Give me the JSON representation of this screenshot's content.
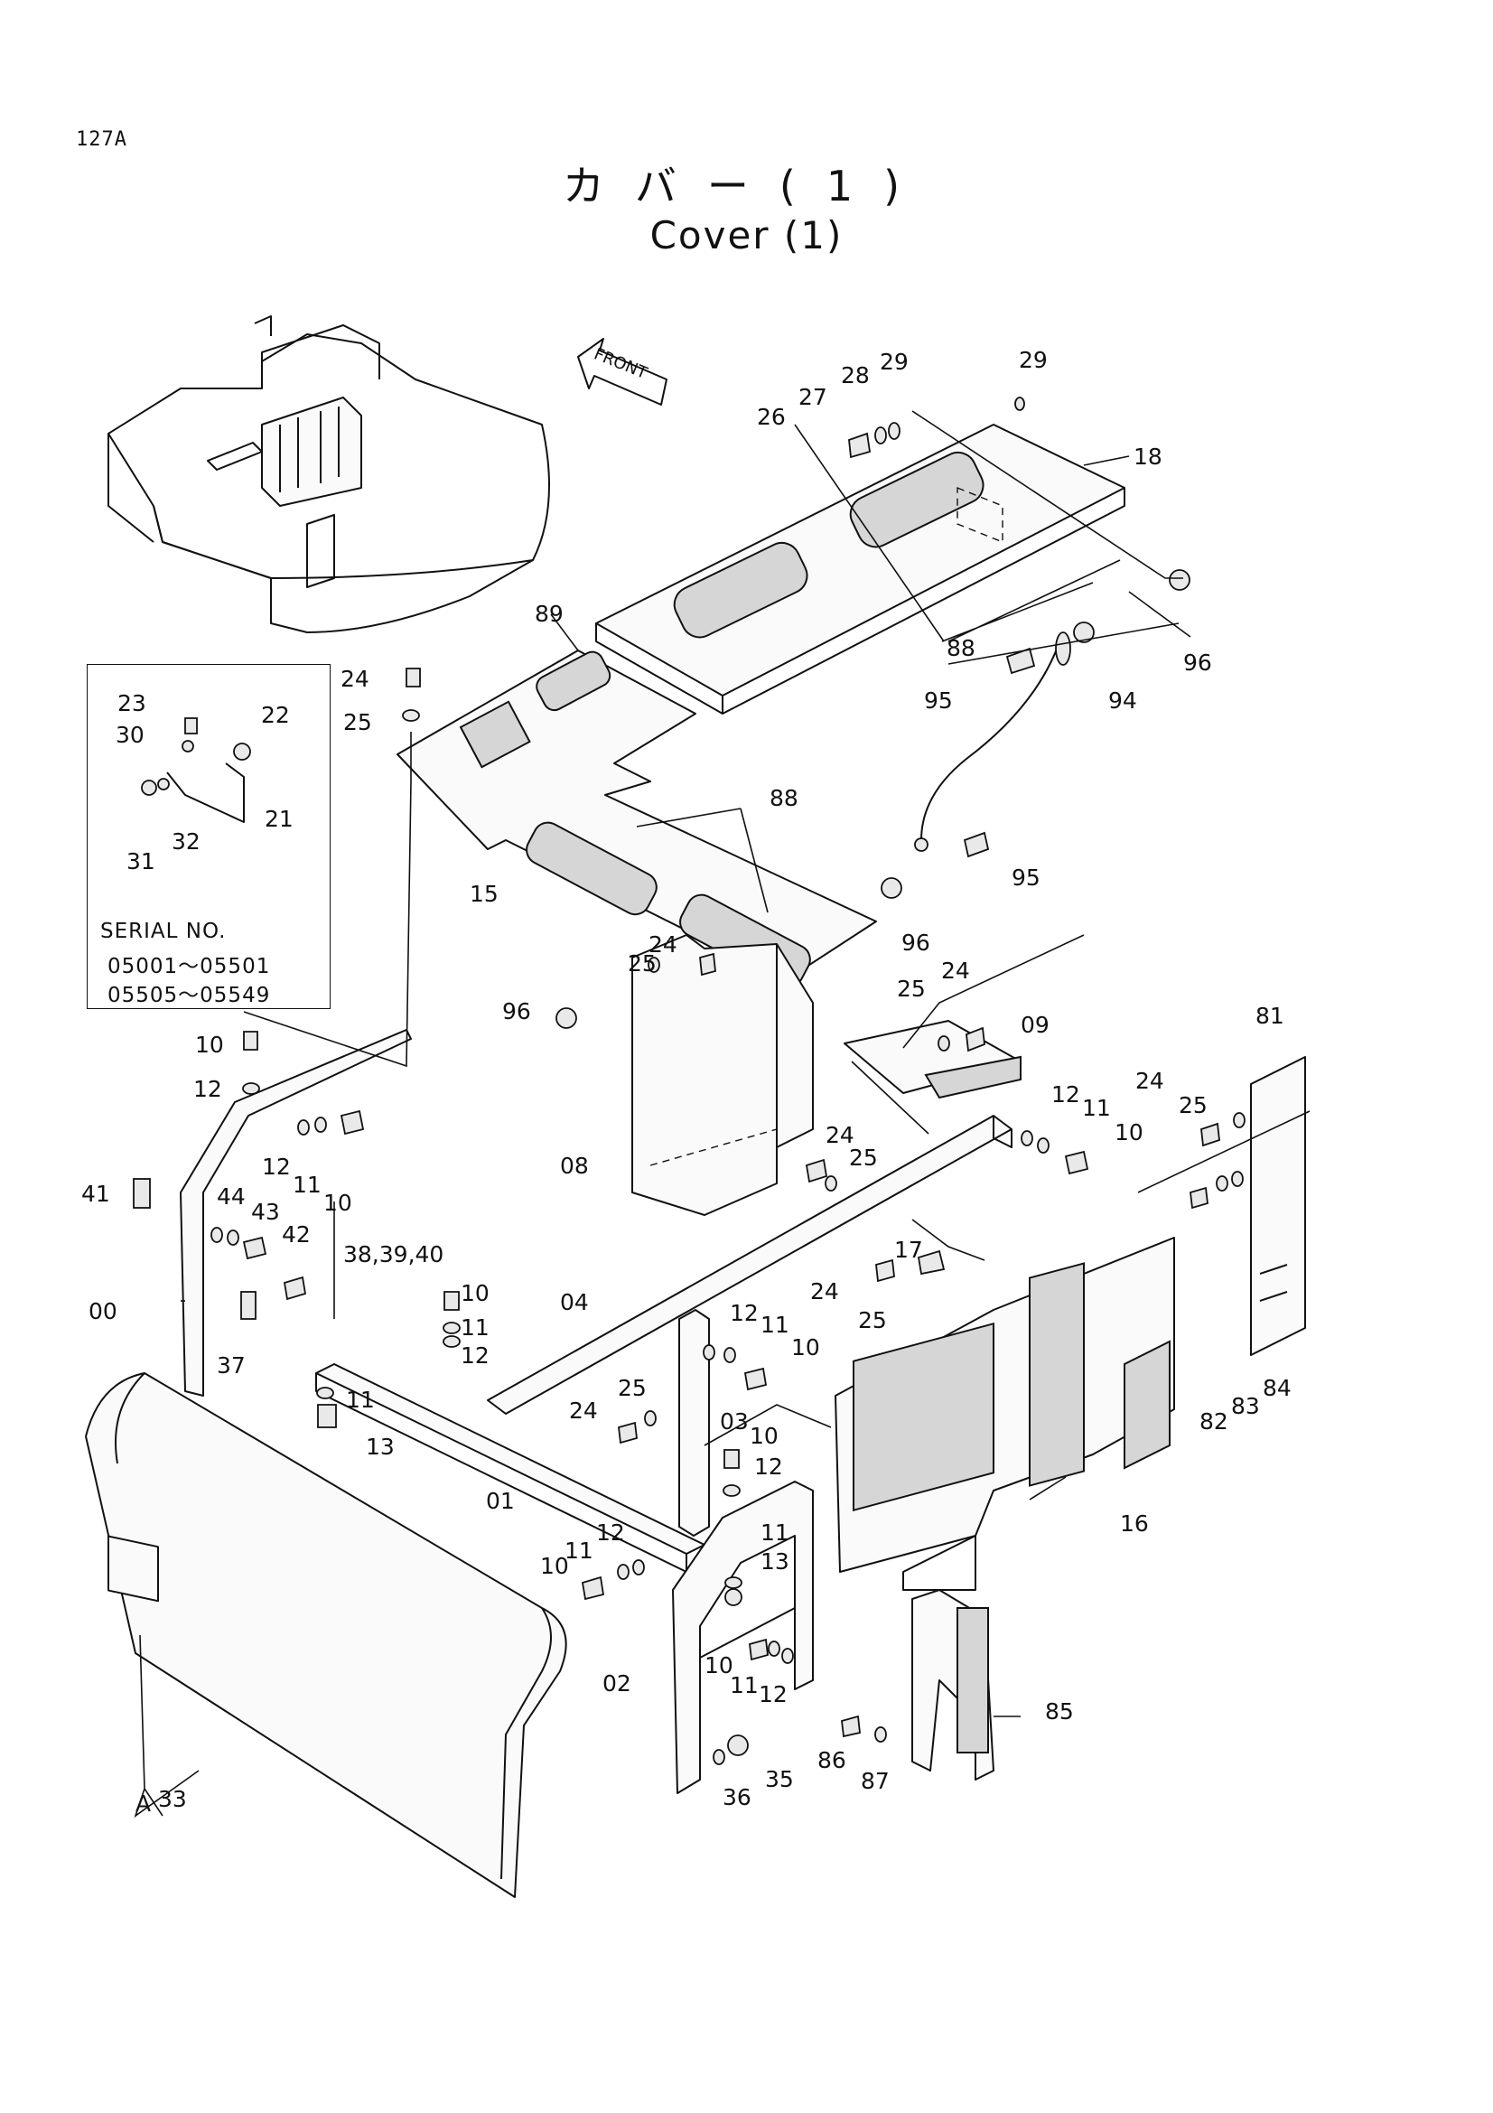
{
  "header": {
    "page_code": "127A",
    "title_jp": "カバー(1)",
    "title_en": "Cover (1)"
  },
  "front_arrow": {
    "label": "FRONT"
  },
  "serial_box": {
    "label": "SERIAL  NO.",
    "ranges": [
      "05001～05501",
      "05505～05549"
    ]
  },
  "callouts": [
    {
      "id": "c1",
      "text": "26"
    },
    {
      "id": "c2",
      "text": "27"
    },
    {
      "id": "c3",
      "text": "28"
    },
    {
      "id": "c4",
      "text": "29"
    },
    {
      "id": "c5",
      "text": "29"
    },
    {
      "id": "c6",
      "text": "18"
    },
    {
      "id": "c7",
      "text": "88"
    },
    {
      "id": "c8",
      "text": "96"
    },
    {
      "id": "c9",
      "text": "95"
    },
    {
      "id": "c10",
      "text": "94"
    },
    {
      "id": "c11",
      "text": "89"
    },
    {
      "id": "c12",
      "text": "24"
    },
    {
      "id": "c13",
      "text": "25"
    },
    {
      "id": "c14",
      "text": "23"
    },
    {
      "id": "c15",
      "text": "30"
    },
    {
      "id": "c16",
      "text": "22"
    },
    {
      "id": "c17",
      "text": "21"
    },
    {
      "id": "c18",
      "text": "31"
    },
    {
      "id": "c19",
      "text": "32"
    },
    {
      "id": "c20",
      "text": "88"
    },
    {
      "id": "c21",
      "text": "15"
    },
    {
      "id": "c22",
      "text": "95"
    },
    {
      "id": "c23",
      "text": "96"
    },
    {
      "id": "c24",
      "text": "24"
    },
    {
      "id": "c25",
      "text": "25"
    },
    {
      "id": "c26",
      "text": "25"
    },
    {
      "id": "c27",
      "text": "24"
    },
    {
      "id": "c28",
      "text": "96"
    },
    {
      "id": "c29",
      "text": "09"
    },
    {
      "id": "c30",
      "text": "81"
    },
    {
      "id": "c31",
      "text": "24"
    },
    {
      "id": "c32",
      "text": "25"
    },
    {
      "id": "c33",
      "text": "10"
    },
    {
      "id": "c34",
      "text": "12"
    },
    {
      "id": "c35",
      "text": "12"
    },
    {
      "id": "c36",
      "text": "11"
    },
    {
      "id": "c37",
      "text": "10"
    },
    {
      "id": "c38",
      "text": "08"
    },
    {
      "id": "c39",
      "text": "24"
    },
    {
      "id": "c40",
      "text": "25"
    },
    {
      "id": "c41",
      "text": "12"
    },
    {
      "id": "c42",
      "text": "11"
    },
    {
      "id": "c43",
      "text": "10"
    },
    {
      "id": "c44",
      "text": "41"
    },
    {
      "id": "c45",
      "text": "44"
    },
    {
      "id": "c46",
      "text": "43"
    },
    {
      "id": "c47",
      "text": "42"
    },
    {
      "id": "c48",
      "text": "38,39,40"
    },
    {
      "id": "c49",
      "text": "00"
    },
    {
      "id": "c50",
      "text": "37"
    },
    {
      "id": "c51",
      "text": "10"
    },
    {
      "id": "c52",
      "text": "11"
    },
    {
      "id": "c53",
      "text": "12"
    },
    {
      "id": "c54",
      "text": "04"
    },
    {
      "id": "c55",
      "text": "17"
    },
    {
      "id": "c56",
      "text": "24"
    },
    {
      "id": "c57",
      "text": "25"
    },
    {
      "id": "c58",
      "text": "12"
    },
    {
      "id": "c59",
      "text": "11"
    },
    {
      "id": "c60",
      "text": "10"
    },
    {
      "id": "c61",
      "text": "11"
    },
    {
      "id": "c62",
      "text": "13"
    },
    {
      "id": "c63",
      "text": "25"
    },
    {
      "id": "c64",
      "text": "24"
    },
    {
      "id": "c65",
      "text": "03"
    },
    {
      "id": "c66",
      "text": "10"
    },
    {
      "id": "c67",
      "text": "12"
    },
    {
      "id": "c68",
      "text": "82"
    },
    {
      "id": "c69",
      "text": "83"
    },
    {
      "id": "c70",
      "text": "84"
    },
    {
      "id": "c71",
      "text": "01"
    },
    {
      "id": "c72",
      "text": "16"
    },
    {
      "id": "c73",
      "text": "12"
    },
    {
      "id": "c74",
      "text": "11"
    },
    {
      "id": "c75",
      "text": "10"
    },
    {
      "id": "c76",
      "text": "11"
    },
    {
      "id": "c77",
      "text": "13"
    },
    {
      "id": "c78",
      "text": "10"
    },
    {
      "id": "c79",
      "text": "11"
    },
    {
      "id": "c80",
      "text": "12"
    },
    {
      "id": "c81",
      "text": "02"
    },
    {
      "id": "c82",
      "text": "85"
    },
    {
      "id": "c83",
      "text": "A"
    },
    {
      "id": "c84",
      "text": "86"
    },
    {
      "id": "c85",
      "text": "87"
    },
    {
      "id": "c86",
      "text": "35"
    },
    {
      "id": "c87",
      "text": "36"
    },
    {
      "id": "c88",
      "text": "33"
    }
  ]
}
